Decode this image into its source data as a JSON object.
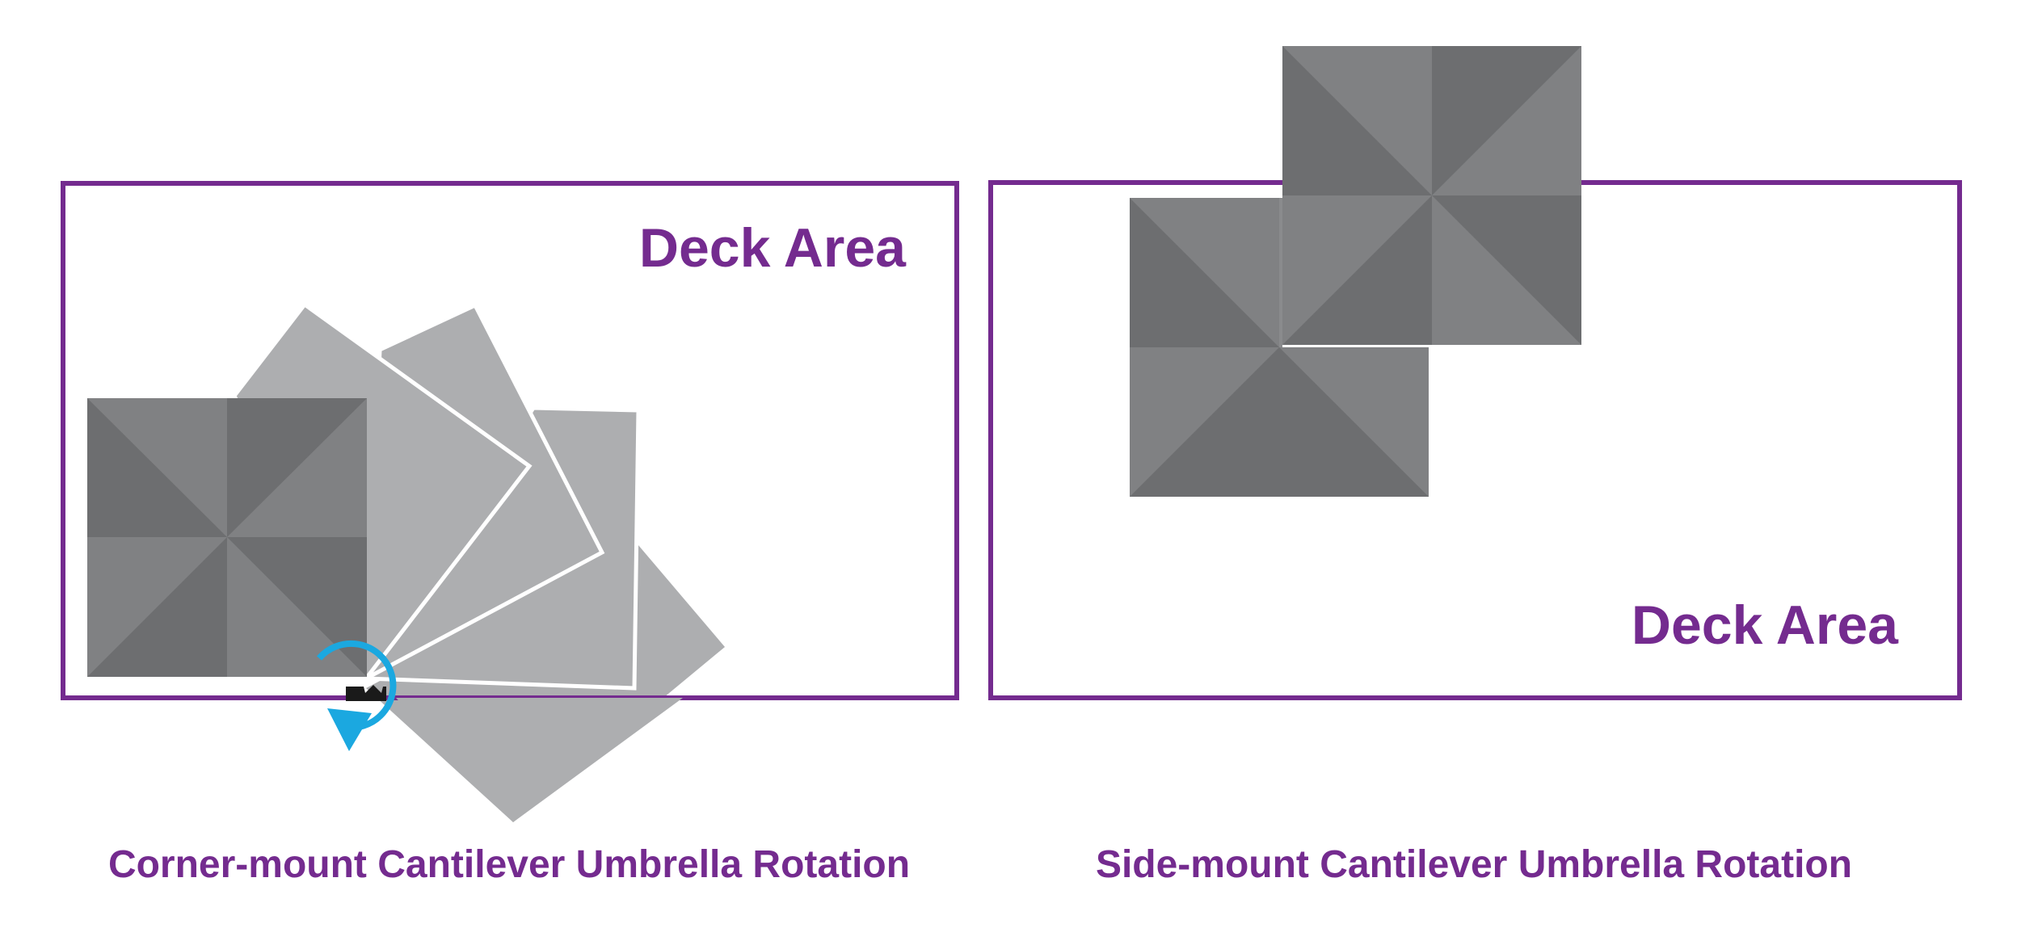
{
  "colors": {
    "deck_border": "#742b8f",
    "text": "#742b8f",
    "umbrella_light": "#808183",
    "umbrella_dark": "#6d6e70",
    "umbrella_rotating": "#adaeb0",
    "rotation_arrow": "#1ba8e0",
    "mount_base": "#1a1a1a"
  },
  "left_panel": {
    "deck_label": "Deck Area",
    "caption": "Corner-mount Cantilever Umbrella Rotation",
    "mount_icon": "corner-mount-base-icon",
    "rotation_icon": "rotation-arrow-icon"
  },
  "right_panel": {
    "deck_label": "Deck Area",
    "caption": "Side-mount Cantilever Umbrella Rotation"
  }
}
